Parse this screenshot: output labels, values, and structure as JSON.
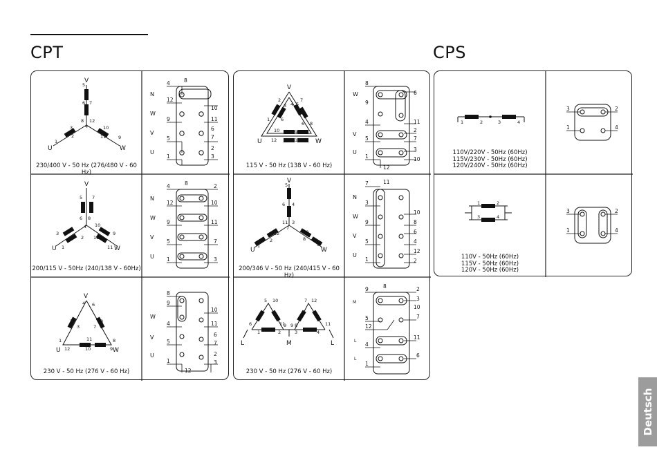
{
  "headings": {
    "cpt": "CPT",
    "cps": "CPS"
  },
  "side_tab": "Deutsch",
  "cpt": {
    "row1": {
      "star_caption": "230/400 V - 50 Hz (276/480 V - 60 Hz)",
      "delta_caption": "115 V - 50 Hz (138 V - 60 Hz)"
    },
    "row2": {
      "star_caption": "200/115 V - 50Hz (240/138 V - 60Hz)",
      "delta_caption": "200/346 V - 50 Hz (240/415 V - 60 Hz)"
    },
    "row3": {
      "star_caption": "230 V - 50 Hz (276 V - 60 Hz)",
      "delta_caption": "230 V - 50 Hz (276 V - 60 Hz)"
    }
  },
  "cps": {
    "top": {
      "caption_lines": [
        "110V/220V - 50Hz (60Hz)",
        "115V/230V - 50Hz (60Hz)",
        "120V/240V - 50Hz (60Hz)"
      ]
    },
    "bottom": {
      "caption_lines": [
        "110V - 50Hz (60Hz)",
        "115V - 50Hz (60Hz)",
        "120V - 50Hz (60Hz)"
      ]
    }
  }
}
